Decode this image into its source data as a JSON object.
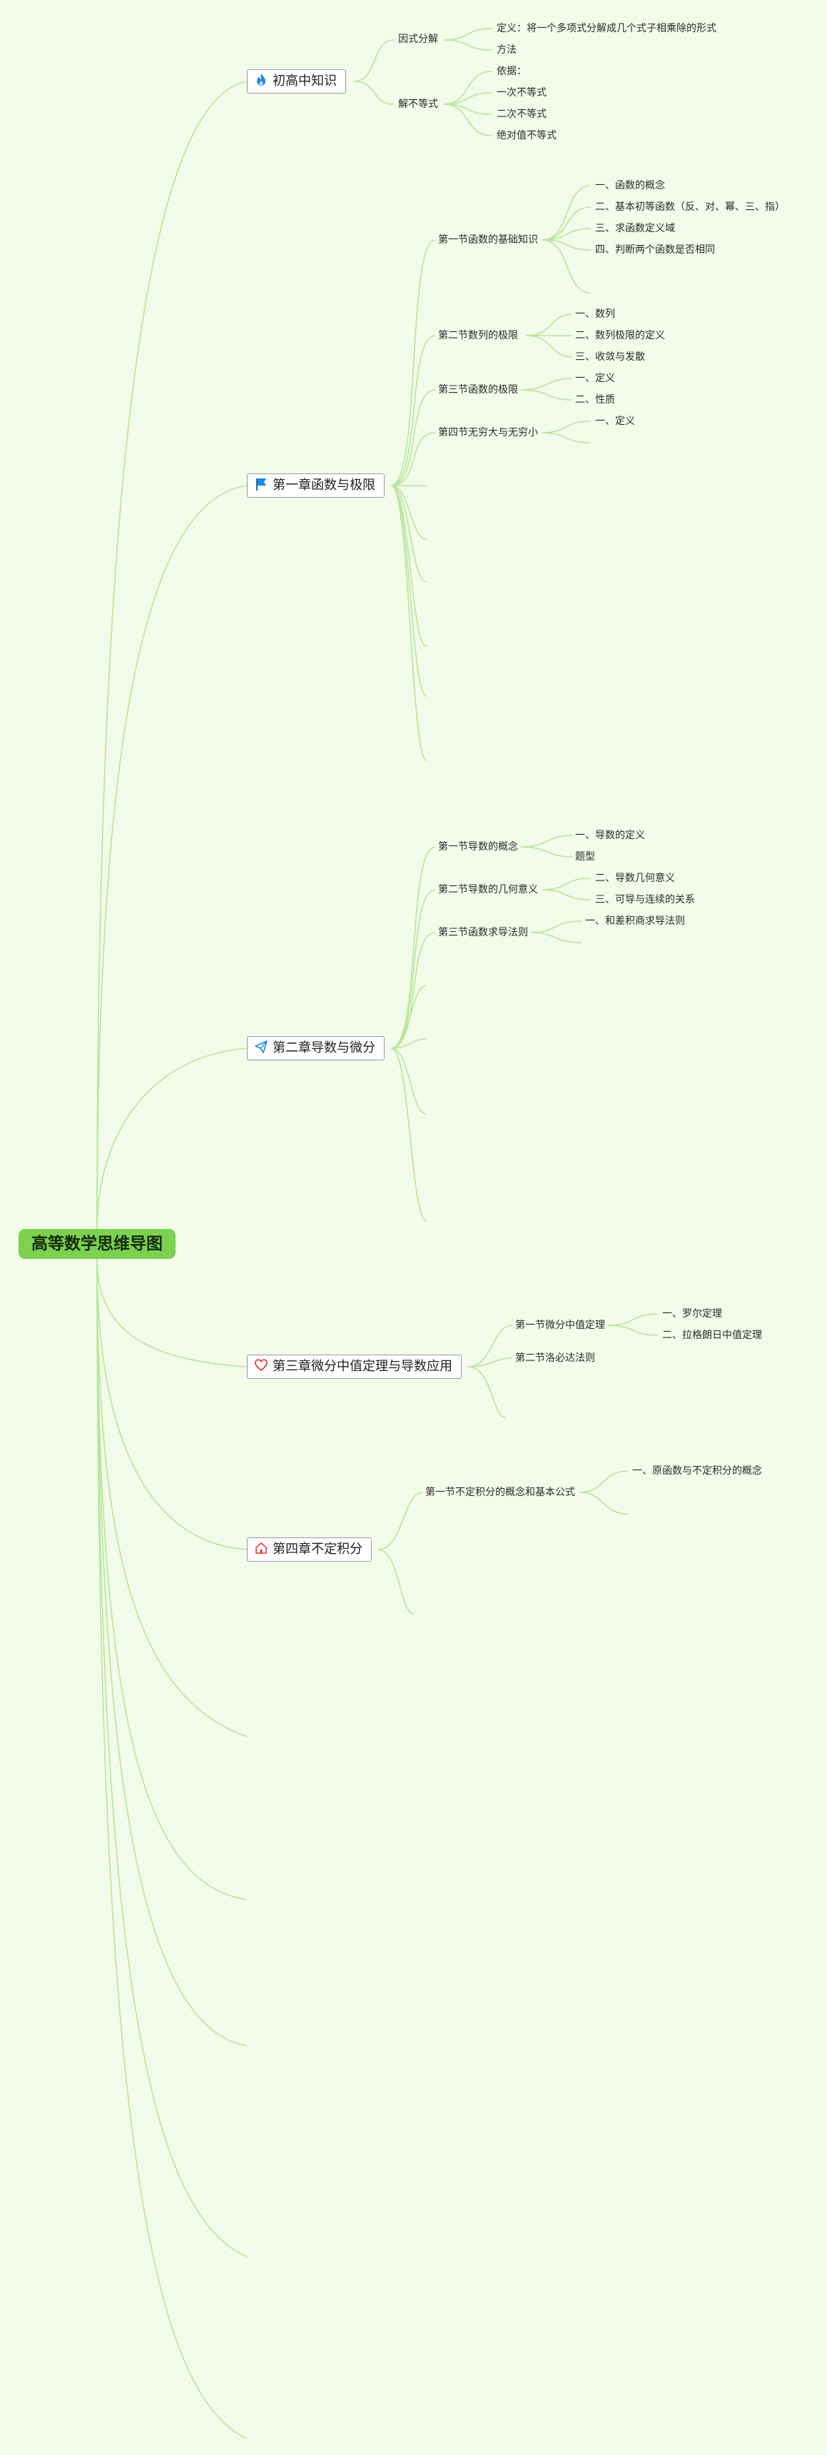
{
  "root": "高等数学思维导图",
  "colors": {
    "background": "#f3fbea",
    "root": "#7cd14f",
    "link": "#b6e59a"
  },
  "chapters": [
    {
      "title": "初高中知识",
      "icon": "fire-icon"
    },
    {
      "title": "第一章函数与极限",
      "icon": "flag-icon"
    },
    {
      "title": "第二章导数与微分",
      "icon": "paper-plane-icon"
    },
    {
      "title": "第三章微分中值定理与导数应用",
      "icon": "heart-icon"
    },
    {
      "title": "第四章不定积分",
      "icon": "home-icon"
    }
  ],
  "ch0": {
    "s1": "因式分解",
    "s1_items": [
      "定义：将一个多项式分解成几个式子相乘除的形式",
      "方法"
    ],
    "s2": "解不等式",
    "s2_items": [
      "依据：",
      "一次不等式",
      "二次不等式",
      "绝对值不等式"
    ]
  },
  "ch1": {
    "s1": "第一节函数的基础知识",
    "s1_items": [
      "一、函数的概念",
      "二、基本初等函数（反、对、幂、三、指）",
      "三、求函数定义域",
      "四、判断两个函数是否相同"
    ],
    "s2": "第二节数列的极限",
    "s2_items": [
      "一、数列",
      "二、数列极限的定义",
      "三、收敛与发散"
    ],
    "s3": "第三节函数的极限",
    "s3_items": [
      "一、定义",
      "二、性质"
    ],
    "s4": "第四节无穷大与无穷小",
    "s4_items": [
      "一、定义"
    ]
  },
  "ch2": {
    "s1": "第一节导数的概念",
    "s1_items": [
      "一、导数的定义",
      "题型"
    ],
    "s2": "第二节导数的几何意义",
    "s2_items": [
      "二、导数几何意义",
      "三、可导与连续的关系"
    ],
    "s3": "第三节函数求导法则",
    "s3_items": [
      "一、和差积商求导法则"
    ]
  },
  "ch3": {
    "s1": "第一节微分中值定理",
    "s1_items": [
      "一、罗尔定理",
      "二、拉格朗日中值定理"
    ],
    "s2": "第二节洛必达法则"
  },
  "ch4": {
    "s1": "第一节不定积分的概念和基本公式",
    "s1_items": [
      "一、原函数与不定积分的概念"
    ]
  }
}
